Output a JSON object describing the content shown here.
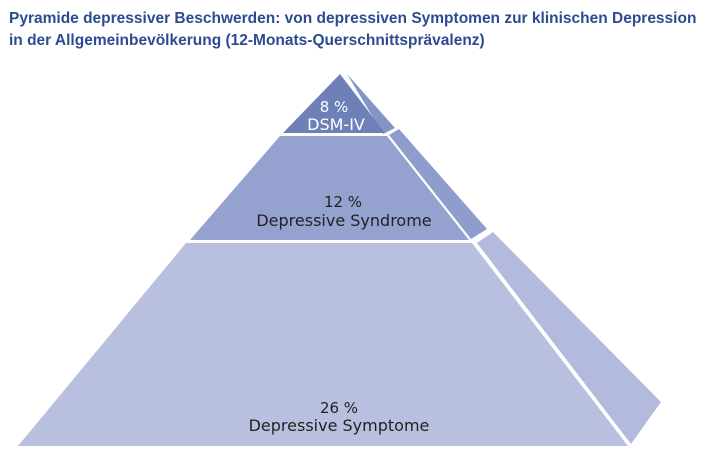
{
  "title": {
    "line1": "Pyramide depressiver Beschwerden: von depressiven Symptomen zur klinischen Depression",
    "line2": "in der Allgemeinbevölkerung (12-Monats-Querschnittsprävalenz)"
  },
  "levels": [
    {
      "percent": "8 %",
      "label": "DSM-IV",
      "color": "#6f80b8",
      "side_color": "#8594c6",
      "text_color": "#ffffff"
    },
    {
      "percent": "12 %",
      "label": "Depressive Syndrome",
      "color": "#95a2cf",
      "side_color": "#8f9dcc",
      "text_color": "#222222"
    },
    {
      "percent": "26 %",
      "label": "Depressive Symptome",
      "color": "#b9c0df",
      "side_color": "#b3badd",
      "text_color": "#222222"
    }
  ],
  "colors": {
    "title": "#2e4a92",
    "separator": "#ffffff"
  }
}
